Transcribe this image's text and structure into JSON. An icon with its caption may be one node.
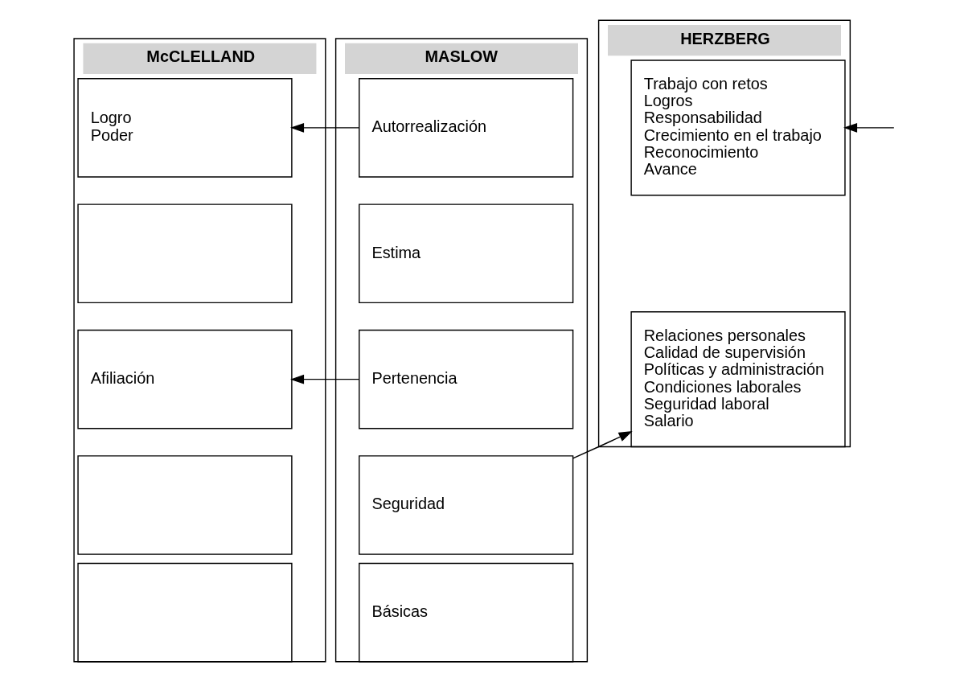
{
  "diagram": {
    "nodes": [
      {
        "text": [
          "McCLELLAND"
        ]
      },
      {
        "text": [
          "Logro",
          "Poder"
        ],
        "in": 0
      },
      {
        "text": [],
        "shape": "box",
        "in": 0
      },
      {
        "text": [
          "Afiliación"
        ],
        "in": 0
      },
      {
        "text": [],
        "shape": "box",
        "in": 0
      },
      {
        "text": [],
        "shape": "box",
        "in": 0
      },
      {
        "text": [
          "MASLOW"
        ]
      },
      {
        "text": [
          "Autorrealización"
        ],
        "in": 6
      },
      {
        "text": [
          "Estima"
        ],
        "in": 6
      },
      {
        "text": [
          "Pertenencia"
        ],
        "in": 6
      },
      {
        "text": [
          "Seguridad"
        ],
        "in": 6
      },
      {
        "text": [
          "Básicas"
        ],
        "in": 6
      },
      {
        "text": [
          "HERZBERG"
        ]
      },
      {
        "text": [
          "Trabajo con retos",
          "Logros",
          "Responsabilidad",
          "Crecimiento en el trabajo",
          "Reconocimiento",
          "Avance"
        ],
        "in": 12
      },
      {
        "text": [
          "Relaciones personales",
          "Calidad de supervisión",
          "Políticas y administración",
          "Condiciones laborales",
          "Seguridad laboral",
          "Salario"
        ],
        "in": 12
      }
    ],
    "edges": [
      {
        "from": 7,
        "to": 1,
        "arrow": "to"
      },
      {
        "from": 9,
        "to": 3,
        "arrow": "to"
      },
      {
        "from": null,
        "to": 13,
        "arrow": "to"
      },
      {
        "from": 10,
        "to": 14,
        "arrow": "to"
      }
    ]
  }
}
